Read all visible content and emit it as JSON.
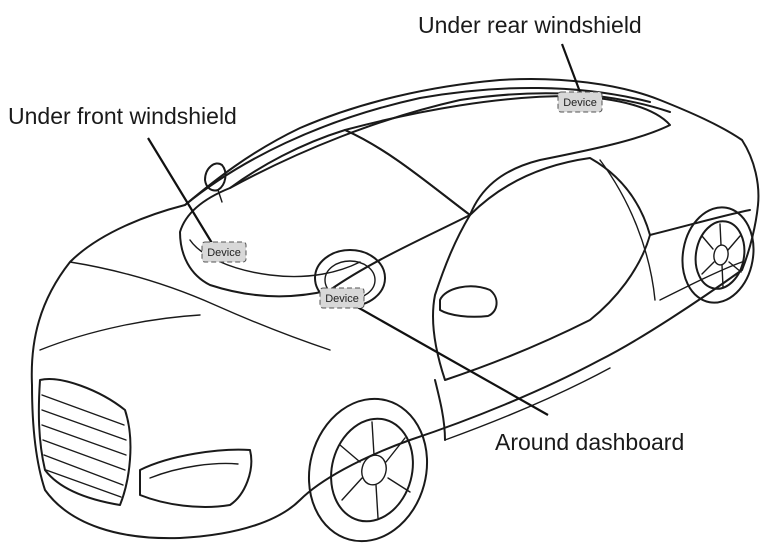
{
  "labels": {
    "rear": "Under rear windshield",
    "front": "Under front windshield",
    "dash": "Around dashboard"
  },
  "device_tag": "Device",
  "colors": {
    "line": "#1a1a1a",
    "tag_fill": "#d8d8d8"
  }
}
